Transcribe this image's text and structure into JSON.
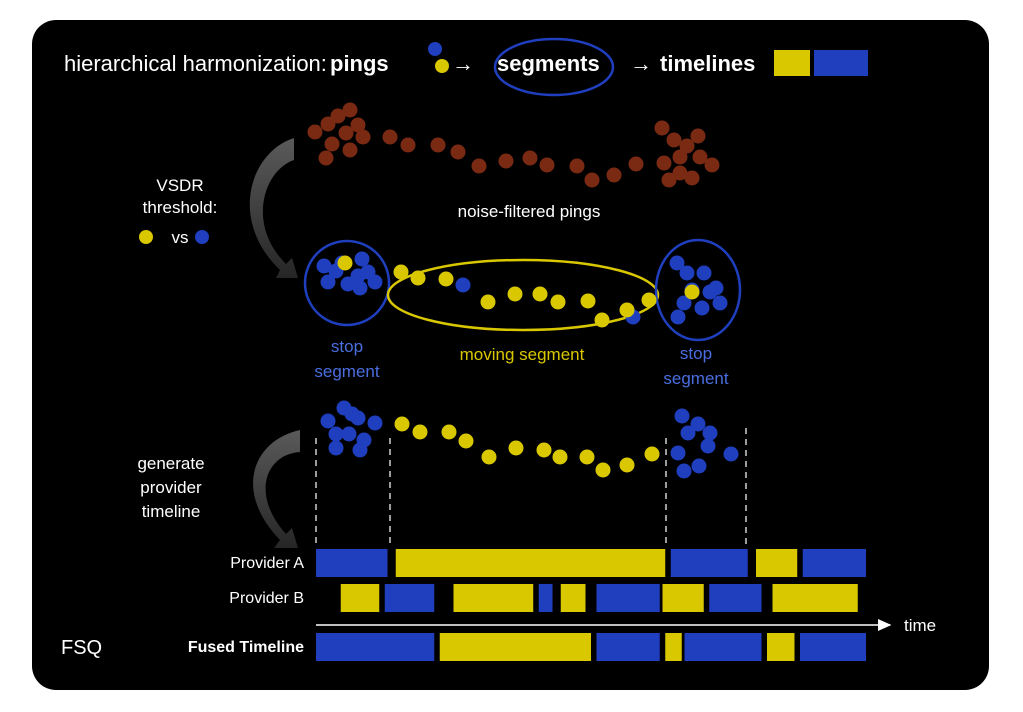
{
  "colors": {
    "background": "#000000",
    "yellow": "#d9c800",
    "blue": "#1f3fbf",
    "brown": "#7a2a12",
    "text": "#ffffff",
    "blue_label": "#4a6ee0",
    "yellow_label": "#d9c800"
  },
  "header": {
    "prefix": "hierarchical harmonization:",
    "pings": "pings",
    "arrow1": "→",
    "segments": "segments",
    "arrow2": "→",
    "timelines": "timelines"
  },
  "labels": {
    "vsdr_line1": "VSDR",
    "vsdr_line2": "threshold:",
    "vs": "vs",
    "noise_filtered": "noise-filtered pings",
    "stop_segment_line1": "stop",
    "stop_segment_line2": "segment",
    "moving_segment": "moving segment",
    "generate_line1": "generate",
    "generate_line2": "provider",
    "generate_line3": "timeline",
    "time": "time",
    "brand": "FSQ"
  },
  "timelines": [
    {
      "name": "Provider A",
      "bold": false,
      "blocks": [
        {
          "color": "blue",
          "start": 0.0,
          "end": 0.13
        },
        {
          "color": "yellow",
          "start": 0.145,
          "end": 0.635
        },
        {
          "color": "blue",
          "start": 0.645,
          "end": 0.785
        },
        {
          "color": "yellow",
          "start": 0.8,
          "end": 0.875
        },
        {
          "color": "blue",
          "start": 0.885,
          "end": 1.0
        }
      ]
    },
    {
      "name": "Provider B",
      "bold": false,
      "blocks": [
        {
          "color": "yellow",
          "start": 0.045,
          "end": 0.115
        },
        {
          "color": "blue",
          "start": 0.125,
          "end": 0.215
        },
        {
          "color": "yellow",
          "start": 0.25,
          "end": 0.395
        },
        {
          "color": "blue",
          "start": 0.405,
          "end": 0.43
        },
        {
          "color": "yellow",
          "start": 0.445,
          "end": 0.49
        },
        {
          "color": "blue",
          "start": 0.51,
          "end": 0.625
        },
        {
          "color": "yellow",
          "start": 0.63,
          "end": 0.705
        },
        {
          "color": "blue",
          "start": 0.715,
          "end": 0.81
        },
        {
          "color": "yellow",
          "start": 0.83,
          "end": 0.985
        }
      ]
    },
    {
      "name": "Fused Timeline",
      "bold": true,
      "blocks": [
        {
          "color": "blue",
          "start": 0.0,
          "end": 0.215
        },
        {
          "color": "yellow",
          "start": 0.225,
          "end": 0.5
        },
        {
          "color": "blue",
          "start": 0.51,
          "end": 0.625
        },
        {
          "color": "yellow",
          "start": 0.635,
          "end": 0.665
        },
        {
          "color": "blue",
          "start": 0.67,
          "end": 0.81
        },
        {
          "color": "yellow",
          "start": 0.82,
          "end": 0.87
        },
        {
          "color": "blue",
          "start": 0.88,
          "end": 1.0
        }
      ]
    }
  ]
}
